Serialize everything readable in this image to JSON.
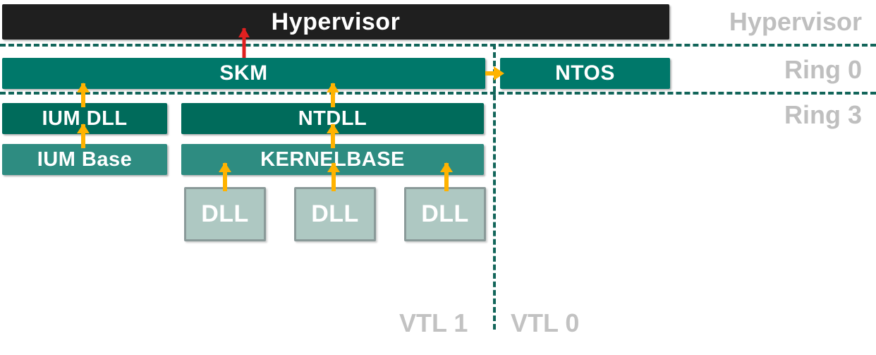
{
  "diagram": {
    "title": "Windows VSM / VTL architecture",
    "colors": {
      "hypervisor_fill": "#1f1f1f",
      "ring0_fill": "#00786A",
      "dark_teal_fill": "#006B5B",
      "mid_teal_fill": "#2E8C81",
      "dll_fill": "#AEC8C2",
      "dll_border": "#8A9A99",
      "arrow_yellow": "#FFB300",
      "arrow_red": "#E02020",
      "divider_green": "#12655A",
      "side_label_gray": "#BFBFBF"
    }
  },
  "boxes": {
    "hypervisor": {
      "label": "Hypervisor"
    },
    "skm": {
      "label": "SKM"
    },
    "ntos": {
      "label": "NTOS"
    },
    "ium_dll": {
      "label": "IUM DLL"
    },
    "ium_base": {
      "label": "IUM Base"
    },
    "ntdll": {
      "label": "NTDLL"
    },
    "kernelbase": {
      "label": "KERNELBASE"
    },
    "dll_1": {
      "label": "DLL"
    },
    "dll_2": {
      "label": "DLL"
    },
    "dll_3": {
      "label": "DLL"
    }
  },
  "side_labels": {
    "hypervisor": "Hypervisor",
    "ring0": "Ring 0",
    "ring3": "Ring 3"
  },
  "vtl_labels": {
    "vtl1": "VTL 1",
    "vtl0": "VTL 0"
  }
}
